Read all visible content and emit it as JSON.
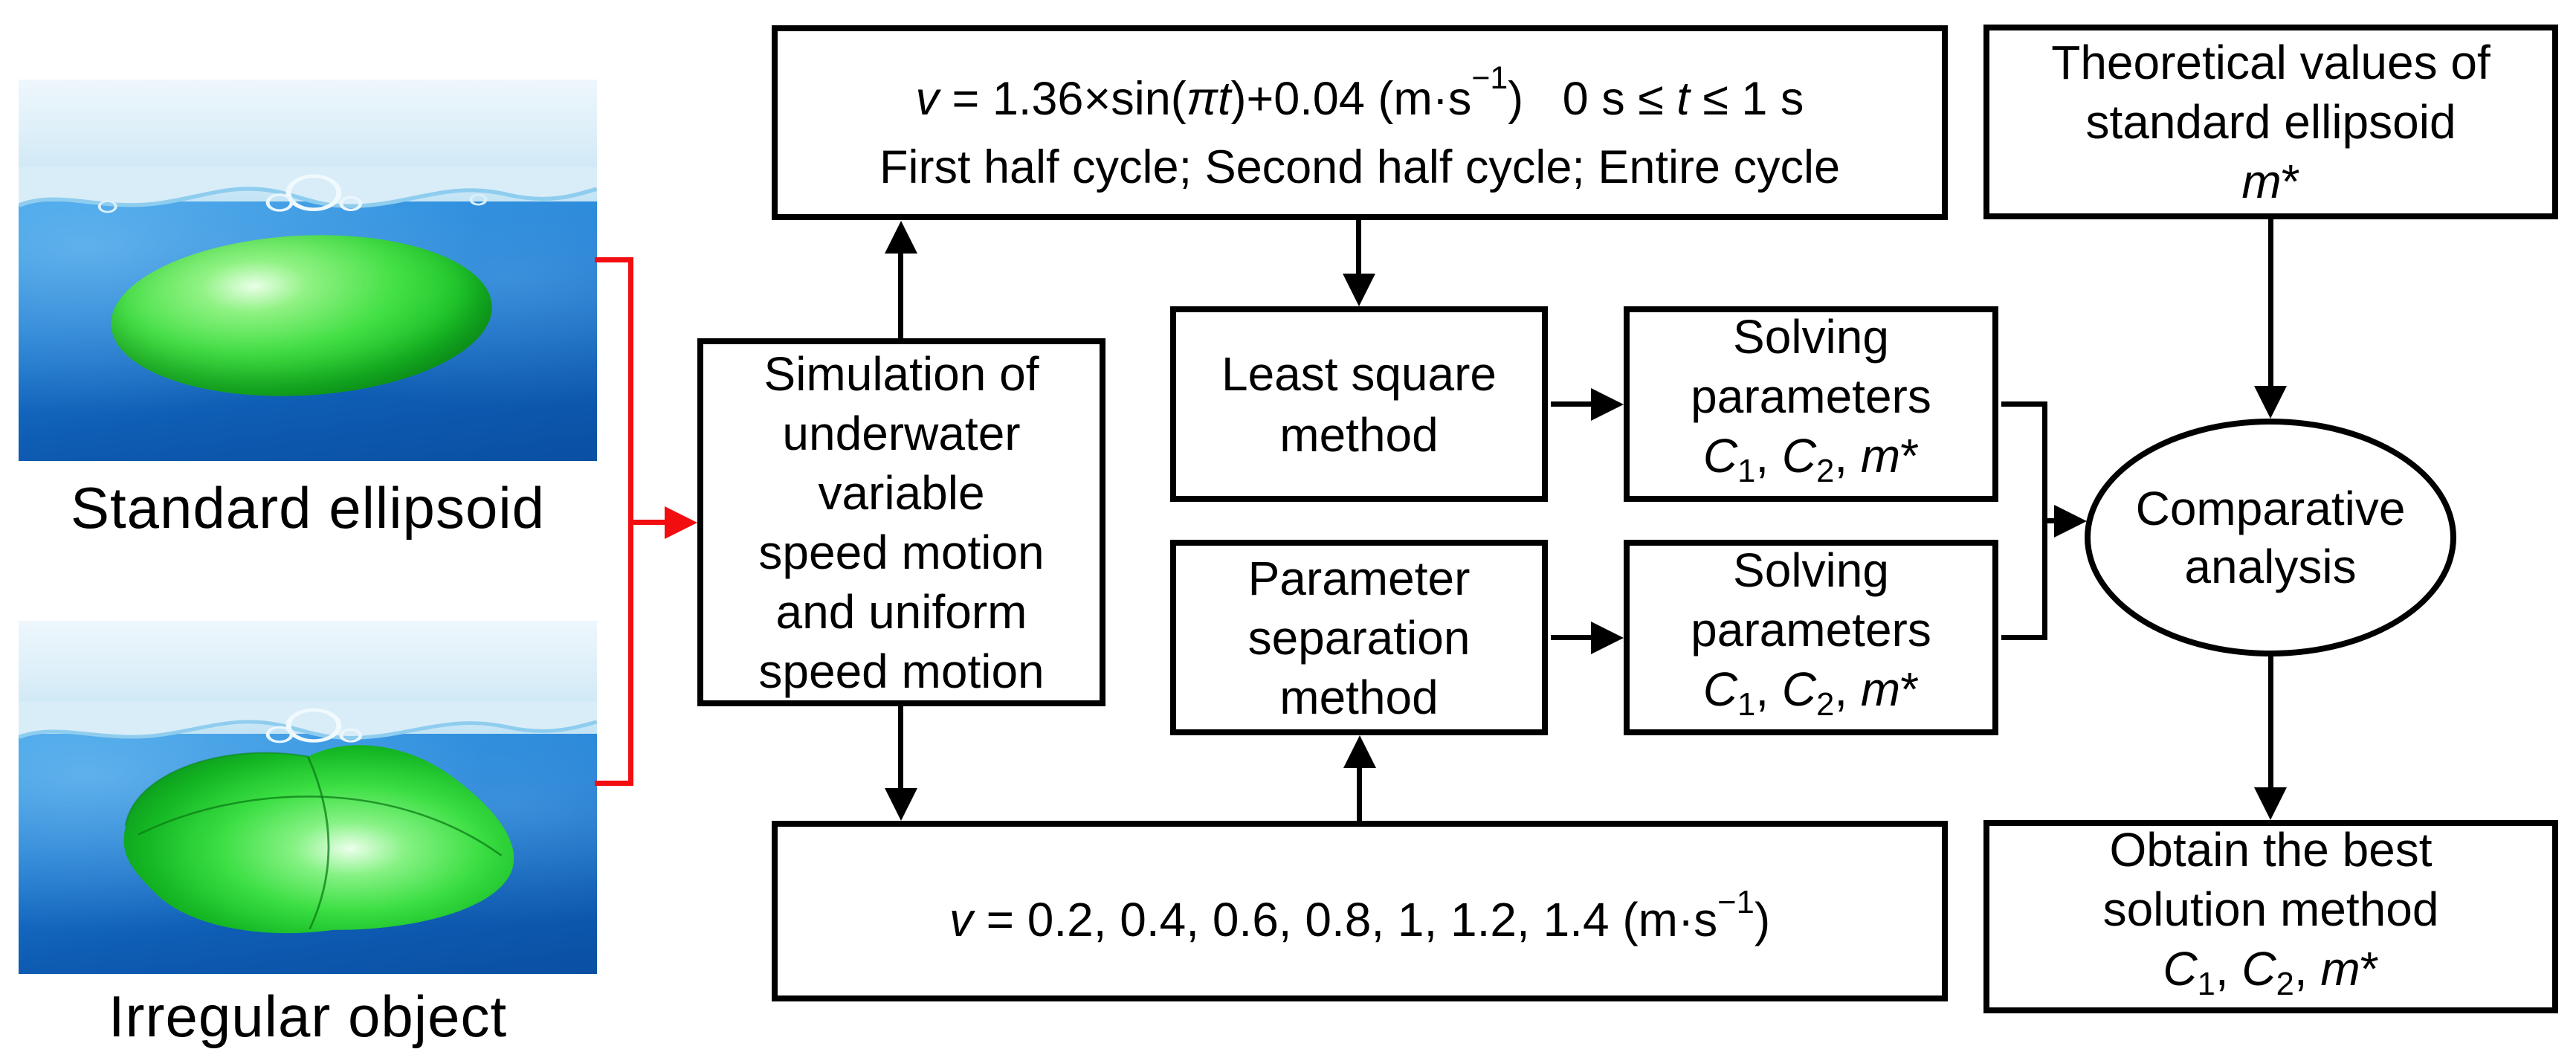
{
  "colors": {
    "accent_red": "#f20d11",
    "stroke_black": "#000000",
    "object_green": "#2bd334",
    "water_blue": "#1670c9",
    "sky_blue": "#d9edf8"
  },
  "photos": {
    "standard": {
      "label": "Standard ellipsoid"
    },
    "irregular": {
      "label": "Irregular object"
    }
  },
  "boxes": {
    "velocity_profile": {
      "formula": [
        "v",
        " = 1.36×sin(",
        "πt",
        ")+0.04 (m·s",
        "−1",
        ")   0 s ≤ ",
        "t",
        " ≤ 1 s"
      ],
      "line2": "First half cycle; Second half cycle; Entire cycle"
    },
    "theoretical": {
      "line1": "Theoretical values of",
      "line2": "standard ellipsoid",
      "m": "m",
      "star": "*"
    },
    "simulation": {
      "lines": [
        "Simulation of",
        "underwater",
        "variable",
        "speed motion",
        "and uniform",
        "speed motion"
      ]
    },
    "least_square": {
      "line1": "Least square",
      "line2": "method"
    },
    "param_separation": {
      "line1": "Parameter",
      "line2": "separation",
      "line3": "method"
    },
    "solving": {
      "line1": "Solving",
      "line2": "parameters",
      "params": [
        "C",
        "1",
        ", ",
        "C",
        "2",
        ", ",
        "m",
        "*"
      ]
    },
    "uniform_speeds": {
      "formula": [
        "v",
        " = 0.2, 0.4, 0.6, 0.8, 1, 1.2, 1.4 (m·s",
        "−1",
        ")"
      ]
    },
    "comparative": {
      "line1": "Comparative",
      "line2": "analysis"
    },
    "obtain": {
      "line1": "Obtain the best",
      "line2": "solution method"
    }
  }
}
